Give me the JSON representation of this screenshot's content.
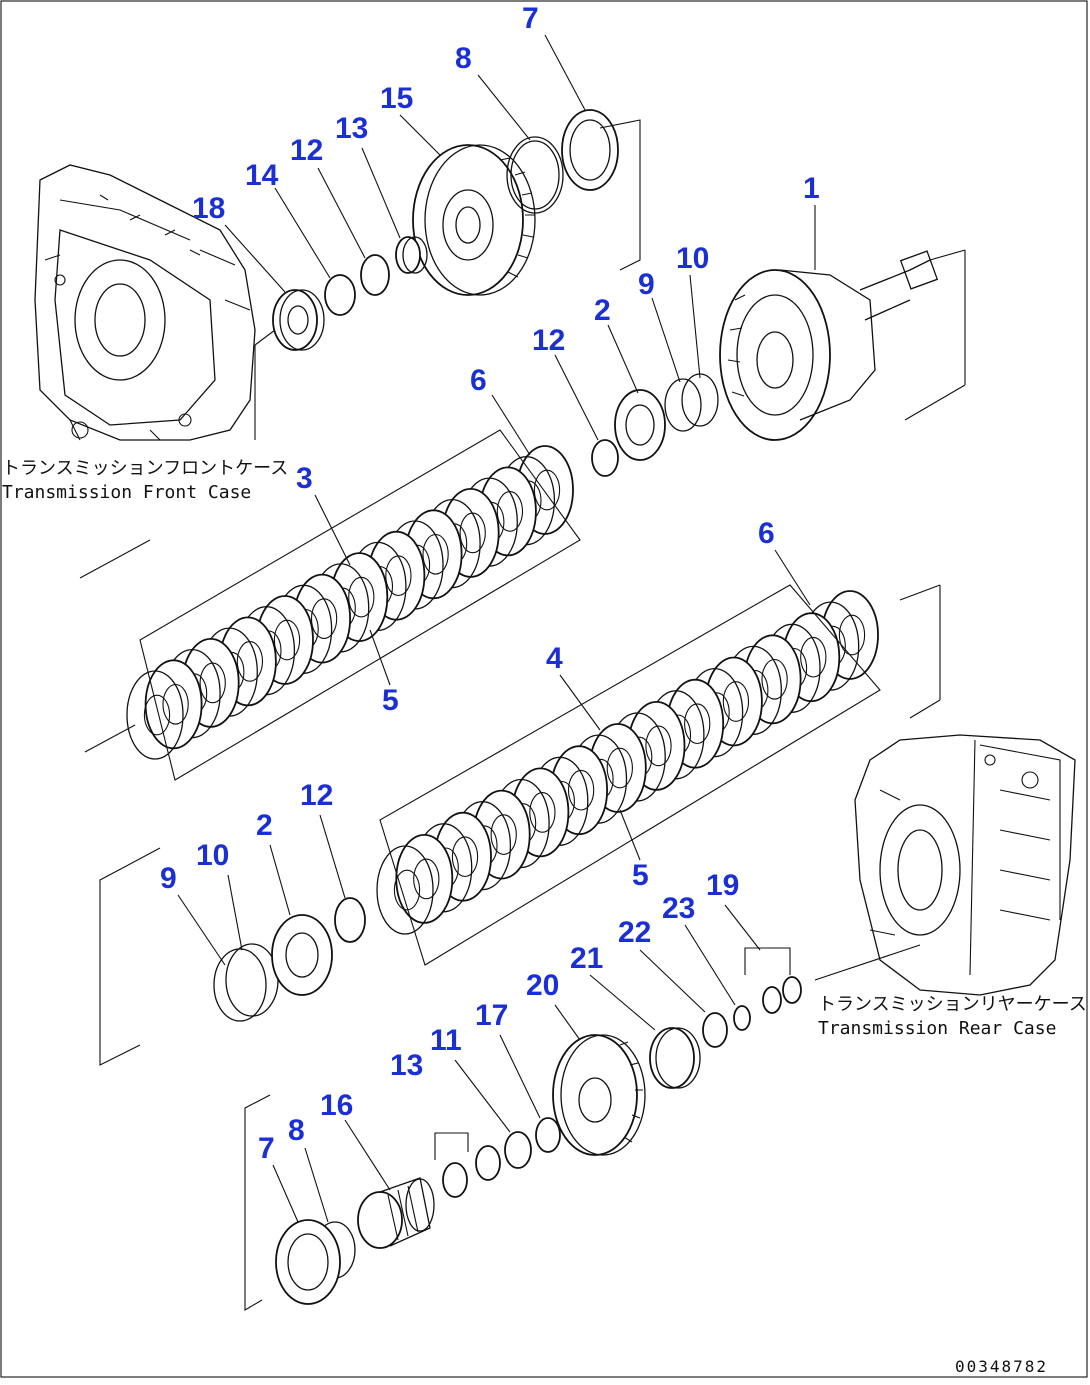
{
  "callouts": {
    "c1": "1",
    "c2a": "2",
    "c2b": "2",
    "c3": "3",
    "c4": "4",
    "c5a": "5",
    "c5b": "5",
    "c6a": "6",
    "c6b": "6",
    "c7a": "7",
    "c7b": "7",
    "c8a": "8",
    "c8b": "8",
    "c9a": "9",
    "c9b": "9",
    "c10a": "10",
    "c10b": "10",
    "c11": "11",
    "c12a": "12",
    "c12b": "12",
    "c12c": "12",
    "c13a": "13",
    "c13b": "13",
    "c14": "14",
    "c15": "15",
    "c16": "16",
    "c17": "17",
    "c18": "18",
    "c19": "19",
    "c20": "20",
    "c21": "21",
    "c22": "22",
    "c23": "23"
  },
  "captions": {
    "front_jp": "トランスミッションフロントケース",
    "front_en": "Transmission Front Case",
    "rear_jp": "トランスミッションリヤーケース",
    "rear_en": "Transmission Rear Case"
  },
  "drawing_code": "00348782",
  "colors": {
    "callout": "#1a2fd6",
    "line": "#111111",
    "background": "#ffffff"
  }
}
